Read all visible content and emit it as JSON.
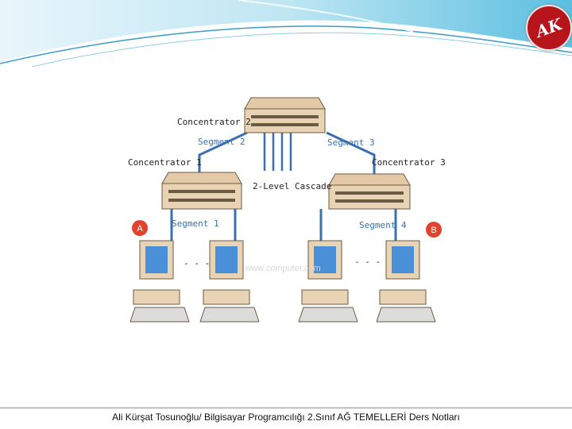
{
  "logo": {
    "text": "AK",
    "color": "#b8141b"
  },
  "diagram": {
    "concentrator_2": "Concentrator 2",
    "concentrator_1": "Concentrator 1",
    "concentrator_3": "Concentrator 3",
    "segment_1": "Segment 1",
    "segment_2": "Segment 2",
    "segment_3": "Segment 3",
    "segment_4": "Segment 4",
    "cascade": "2-Level Cascade",
    "node_a": "A",
    "node_b": "B",
    "ellipsis_left": "- - -",
    "ellipsis_right": "- - -",
    "watermark": "www.computer.com"
  },
  "footer": {
    "text": "Ali Kürşat Tosunoğlu/ Bilgisayar Programcılığı 2.Sınıf AĞ TEMELLERİ Ders Notları"
  }
}
